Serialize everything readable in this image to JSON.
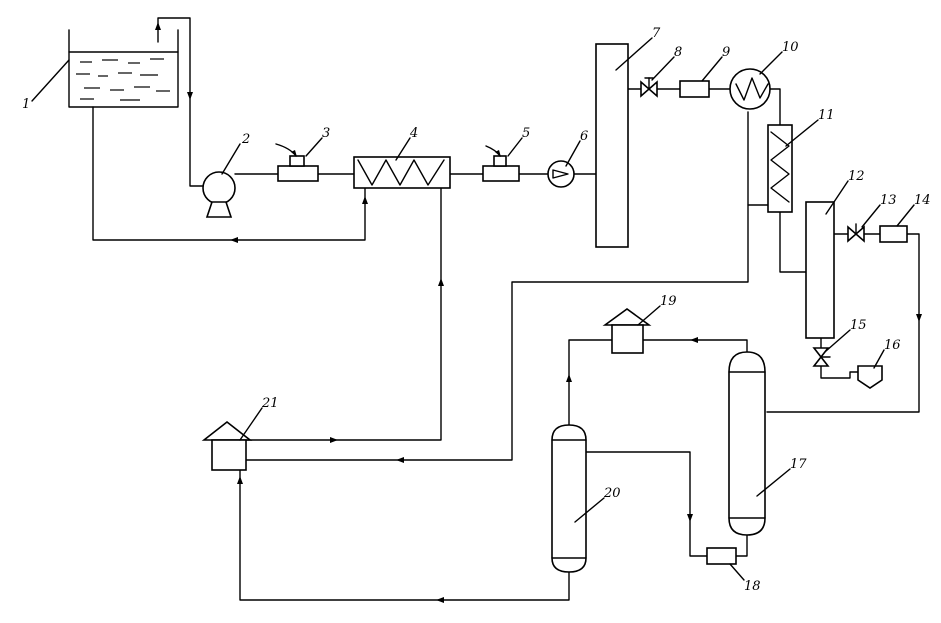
{
  "diagram": {
    "labels": [
      {
        "id": "1",
        "text": "1"
      },
      {
        "id": "2",
        "text": "2"
      },
      {
        "id": "3",
        "text": "3"
      },
      {
        "id": "4",
        "text": "4"
      },
      {
        "id": "5",
        "text": "5"
      },
      {
        "id": "6",
        "text": "6"
      },
      {
        "id": "7",
        "text": "7"
      },
      {
        "id": "8",
        "text": "8"
      },
      {
        "id": "9",
        "text": "9"
      },
      {
        "id": "10",
        "text": "10"
      },
      {
        "id": "11",
        "text": "11"
      },
      {
        "id": "12",
        "text": "12"
      },
      {
        "id": "13",
        "text": "13"
      },
      {
        "id": "14",
        "text": "14"
      },
      {
        "id": "15",
        "text": "15"
      },
      {
        "id": "16",
        "text": "16"
      },
      {
        "id": "17",
        "text": "17"
      },
      {
        "id": "18",
        "text": "18"
      },
      {
        "id": "19",
        "text": "19"
      },
      {
        "id": "20",
        "text": "20"
      },
      {
        "id": "21",
        "text": "21"
      }
    ]
  }
}
